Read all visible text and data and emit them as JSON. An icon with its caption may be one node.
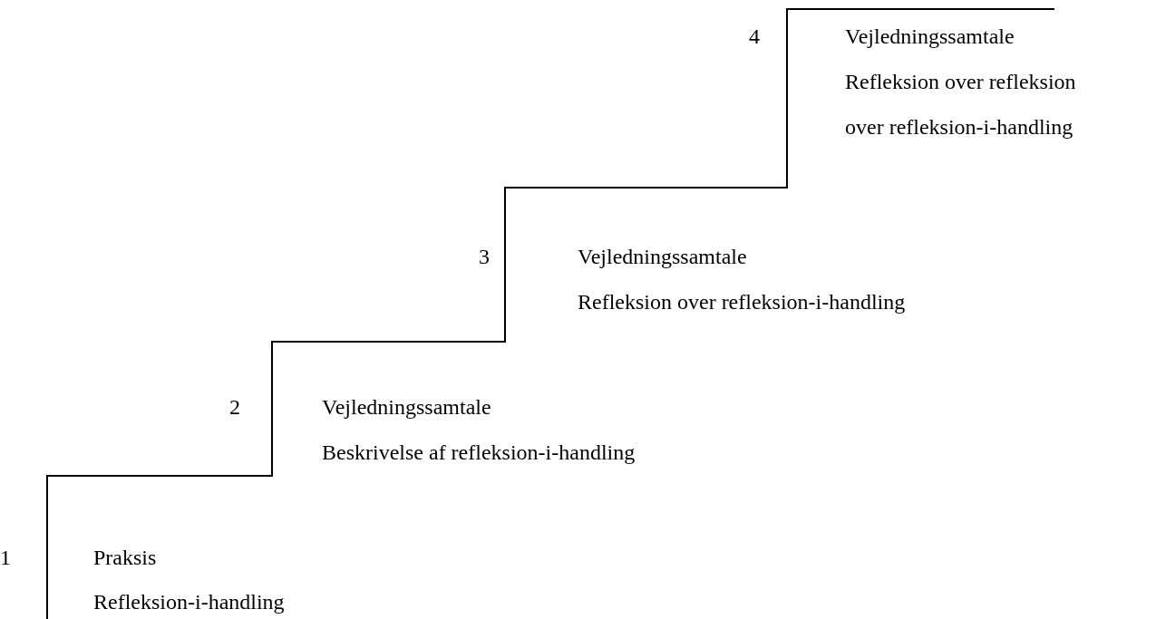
{
  "diagram": {
    "labels": [
      "4",
      "Vejledningssamtale",
      "Refleksion over refleksion over refleksion-i-handling",
      "3",
      "Vejledningssamtale",
      "Refleksion over refleksion-i-handling",
      "2",
      "Vejledningssamtale",
      "Beskrivelse af refleksion-i-handling",
      "1",
      "Praksis",
      "Refleksion-i-handling"
    ]
  }
}
